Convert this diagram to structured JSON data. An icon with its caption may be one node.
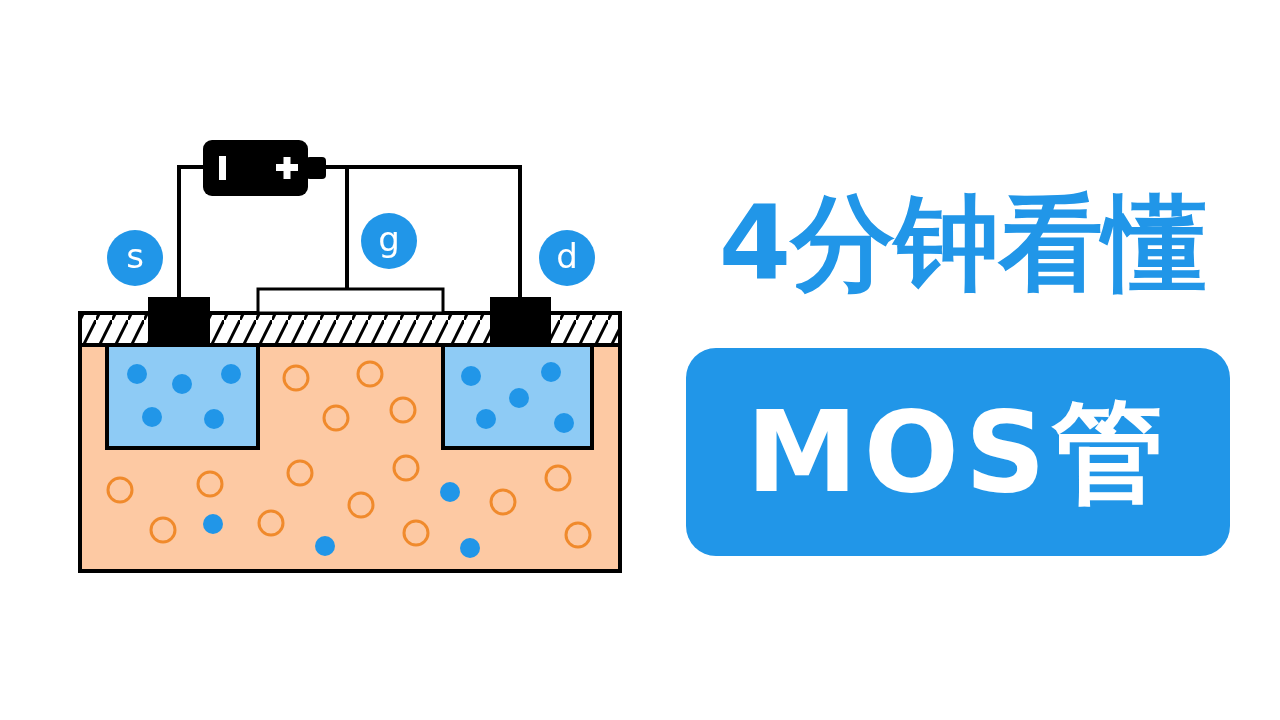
{
  "diagram": {
    "title": "4分钟看懂",
    "labels": [
      "s",
      "g",
      "d",
      "MOS管"
    ]
  }
}
